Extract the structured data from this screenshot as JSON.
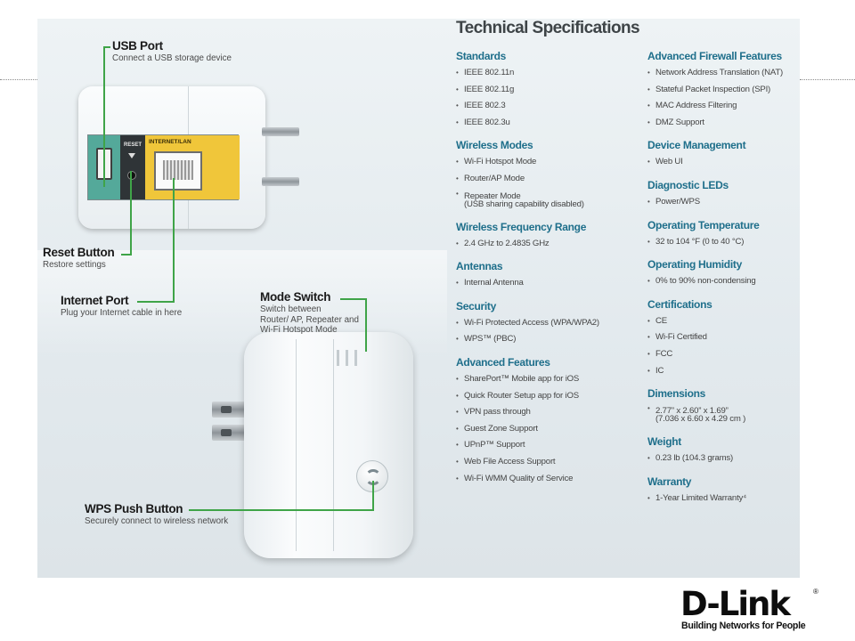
{
  "title": "Technical Specifications",
  "callouts": {
    "usb": {
      "label": "USB Port",
      "desc": "Connect a USB storage device"
    },
    "reset": {
      "label": "Reset Button",
      "desc": "Restore settings"
    },
    "internet": {
      "label": "Internet Port",
      "desc": "Plug your Internet cable in here"
    },
    "mode": {
      "label": "Mode Switch",
      "desc": "Switch between\nRouter/ AP, Repeater and\nWi-Fi Hotspot Mode"
    },
    "wps": {
      "label": "WPS Push Button",
      "desc": "Securely connect to wireless network"
    }
  },
  "device_labels": {
    "reset": "RESET",
    "lan": "INTERNET/LAN"
  },
  "left_sections": [
    {
      "heading": "Standards",
      "items": [
        "IEEE 802.11n",
        "IEEE 802.11g",
        "IEEE 802.3",
        "IEEE 802.3u"
      ]
    },
    {
      "heading": "Wireless Modes",
      "items": [
        "Wi-Fi Hotspot Mode",
        "Router/AP Mode",
        "Repeater Mode",
        "(USB sharing capability disabled)"
      ]
    },
    {
      "heading": "Wireless Frequency Range",
      "items": [
        "2.4 GHz to 2.4835 GHz"
      ]
    },
    {
      "heading": "Antennas",
      "items": [
        "Internal Antenna"
      ]
    },
    {
      "heading": "Security",
      "items": [
        "Wi-Fi Protected Access (WPA/WPA2)",
        "WPS™ (PBC)"
      ]
    },
    {
      "heading": "Advanced Features",
      "items": [
        "SharePort™ Mobile app for iOS",
        "Quick Router Setup app for iOS",
        "VPN pass through",
        "Guest Zone Support",
        "UPnP™ Support",
        "Web File Access Support",
        "Wi-Fi WMM Quality of Service"
      ]
    }
  ],
  "right_sections": [
    {
      "heading": "Advanced Firewall Features",
      "items": [
        "Network Address Translation (NAT)",
        "Stateful Packet Inspection (SPI)",
        "MAC Address Filtering",
        "DMZ Support"
      ]
    },
    {
      "heading": "Device Management",
      "items": [
        "Web UI"
      ]
    },
    {
      "heading": "Diagnostic LEDs",
      "items": [
        "Power/WPS"
      ]
    },
    {
      "heading": "Operating Temperature",
      "items": [
        "32 to 104 °F (0 to 40 °C)"
      ]
    },
    {
      "heading": "Operating Humidity",
      "items": [
        "0% to 90% non-condensing"
      ]
    },
    {
      "heading": "Certifications",
      "items": [
        "CE",
        "Wi-Fi Certified",
        "FCC",
        "IC"
      ]
    },
    {
      "heading": "Dimensions",
      "items": [
        "2.77” x 2.60” x 1.69”",
        "(7.036 x 6.60 x 4.29 cm )"
      ]
    },
    {
      "heading": "Weight",
      "items": [
        "0.23 lb (104.3 grams)"
      ]
    },
    {
      "heading": "Warranty",
      "items": [
        "1-Year Limited Warranty⁴"
      ]
    }
  ],
  "logo": {
    "name": "D-Link",
    "reg": "®",
    "tagline": "Building Networks for People"
  },
  "colors": {
    "heading": "#1f6f8b",
    "callout_line": "#3fa448",
    "lan_port": "#f0c63a",
    "usb_port": "#54a99a"
  }
}
